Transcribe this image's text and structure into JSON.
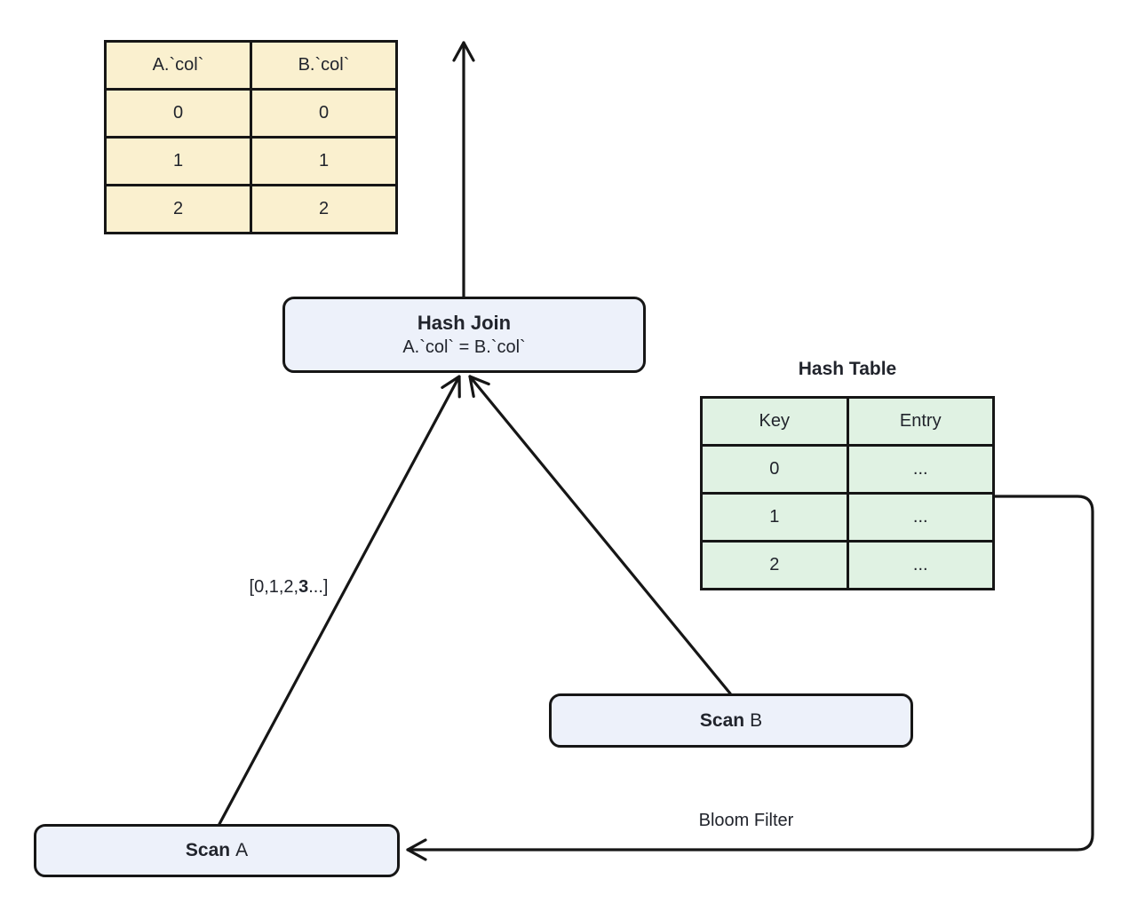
{
  "diagram": {
    "result_table": {
      "headers": [
        "A.`col`",
        "B.`col`"
      ],
      "rows": [
        [
          "0",
          "0"
        ],
        [
          "1",
          "1"
        ],
        [
          "2",
          "2"
        ]
      ]
    },
    "hash_join": {
      "title": "Hash Join",
      "condition": "A.`col` = B.`col`"
    },
    "hash_table": {
      "title": "Hash Table",
      "headers": [
        "Key",
        "Entry"
      ],
      "rows": [
        [
          "0",
          "..."
        ],
        [
          "1",
          "..."
        ],
        [
          "2",
          "..."
        ]
      ]
    },
    "scan_a": {
      "label_bold": "Scan",
      "label_rest": "A"
    },
    "scan_b": {
      "label_bold": "Scan",
      "label_rest": "B"
    },
    "edge_labels": {
      "build_values_prefix": "[0,1,2,",
      "build_values_bold": "3",
      "build_values_suffix": "...]",
      "bloom_filter": "Bloom Filter"
    },
    "colors": {
      "result_table_bg": "#FAF0CF",
      "hash_table_bg": "#E0F2E3",
      "node_bg": "#EDF1FA",
      "stroke": "#161616",
      "text": "#21242c"
    }
  }
}
